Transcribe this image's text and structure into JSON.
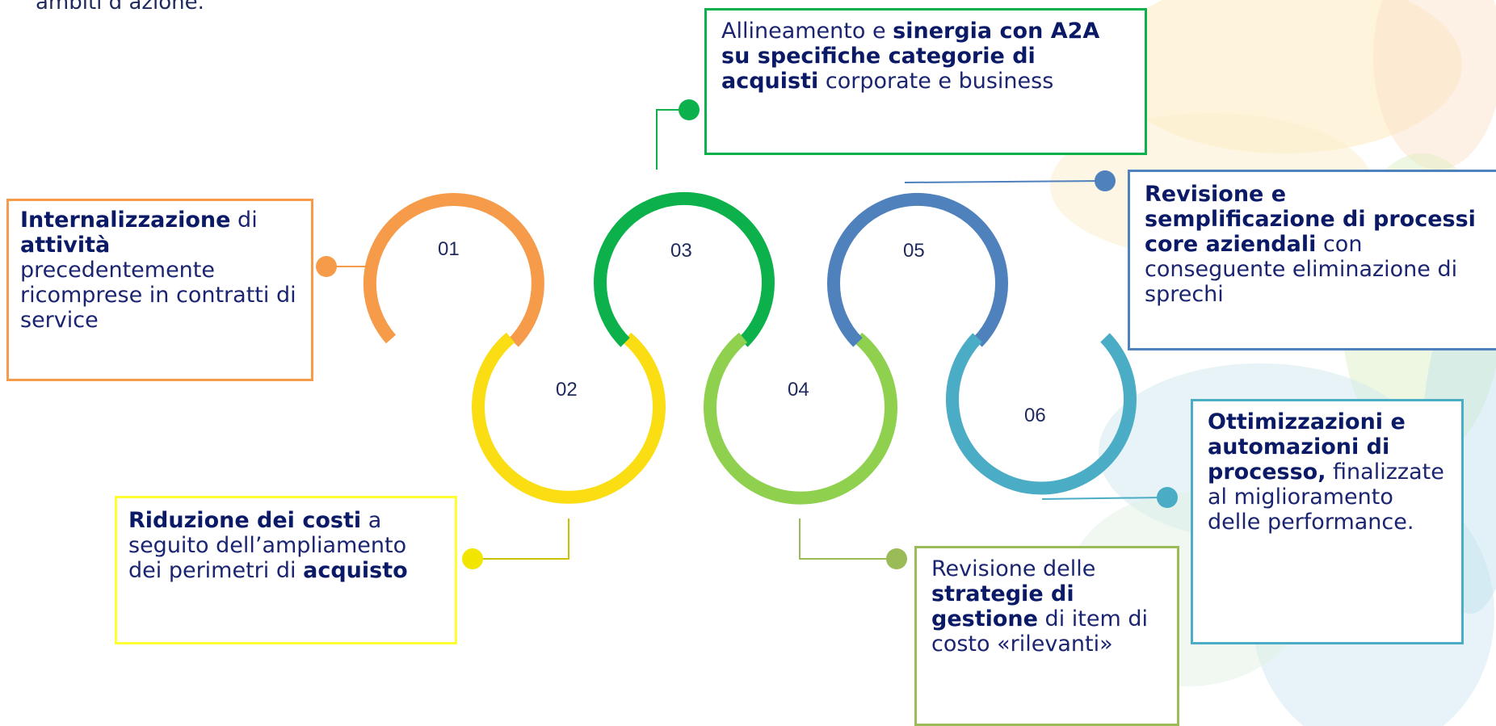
{
  "intro": {
    "text": "ambiti d’azione."
  },
  "steps": [
    {
      "num": "01",
      "color": "#F59B49"
    },
    {
      "num": "02",
      "color": "#FBDD14"
    },
    {
      "num": "03",
      "color": "#0DB14B"
    },
    {
      "num": "04",
      "color": "#8FD14F"
    },
    {
      "num": "05",
      "color": "#4F81BD"
    },
    {
      "num": "06",
      "color": "#4BACC6"
    }
  ],
  "boxes": {
    "b1": {
      "t1": "Internalizzazione",
      "t2": " di ",
      "t3": "attività",
      "t4": " precedentemente ricomprese in contratti di service",
      "border": "#F59B49"
    },
    "b2": {
      "t1": "Riduzione dei costi",
      "t2": " a seguito dell’ampliamento dei perimetri di ",
      "t3": "acquisto",
      "border": "#FFFF33"
    },
    "b3": {
      "t1": "Allineamento e ",
      "t2": "sinergia con A2A su specifiche categorie di acquisti",
      "t3": " corporate e business",
      "border": "#0DB14B"
    },
    "b4": {
      "t1": "Revisione delle ",
      "t2": "strategie di gestione",
      "t3": " di item di costo «rilevanti»",
      "border": "#9BBB59"
    },
    "b5": {
      "t1": "Revisione e semplificazione di processi core aziendali",
      "t2": " con conseguente eliminazione di sprechi",
      "border": "#4F81BD"
    },
    "b6": {
      "t1": "Ottimizzazioni e automazioni di processo,",
      "t2": " finalizzate al miglioramento delle performance.",
      "border": "#4BACC6"
    }
  }
}
